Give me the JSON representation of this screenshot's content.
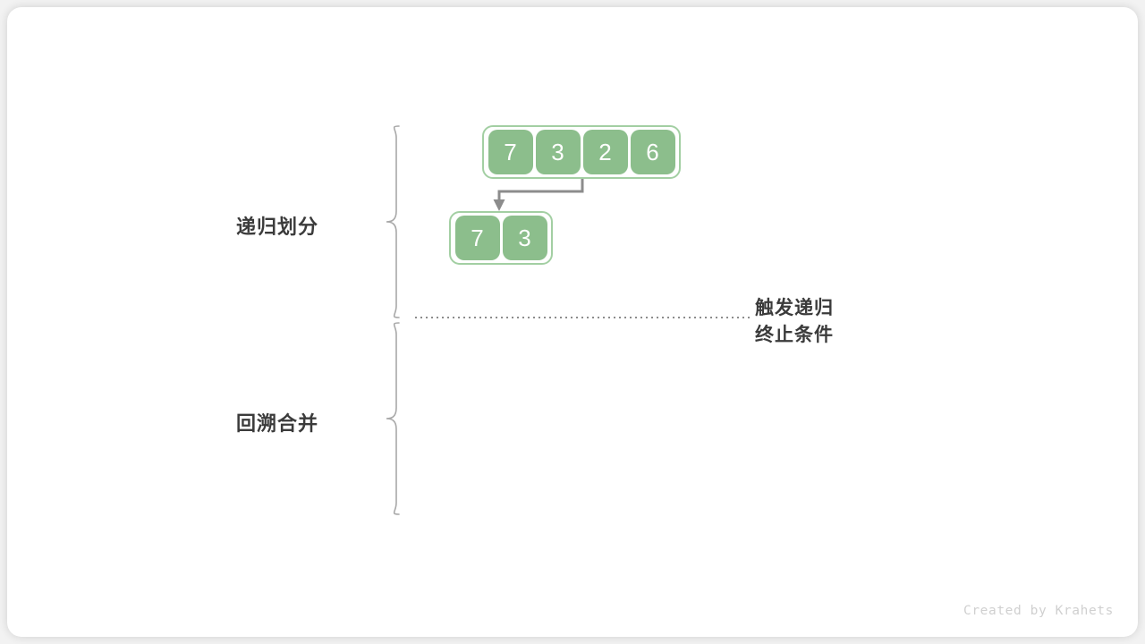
{
  "diagram": {
    "title": "Merge sort recursive division and backtracking merge",
    "background_color": "#ffffff",
    "card_color": "#ffffff",
    "accent_color": "#8cbe8c",
    "accent_border_color": "#a3cfa3",
    "text_color": "#3b3b3b",
    "line_color": "#8c8c8c"
  },
  "sections": [
    {
      "key": "divide",
      "label": "递归划分"
    },
    {
      "key": "merge",
      "label": "回溯合并"
    }
  ],
  "annotation": {
    "line1": "触发递归",
    "line2": "终止条件"
  },
  "arrays": [
    {
      "name": "root-array",
      "values": [
        "7",
        "3",
        "2",
        "6"
      ]
    },
    {
      "name": "left-subarray",
      "values": [
        "7",
        "3"
      ]
    }
  ],
  "watermark": {
    "text": "Created by Krahets"
  }
}
